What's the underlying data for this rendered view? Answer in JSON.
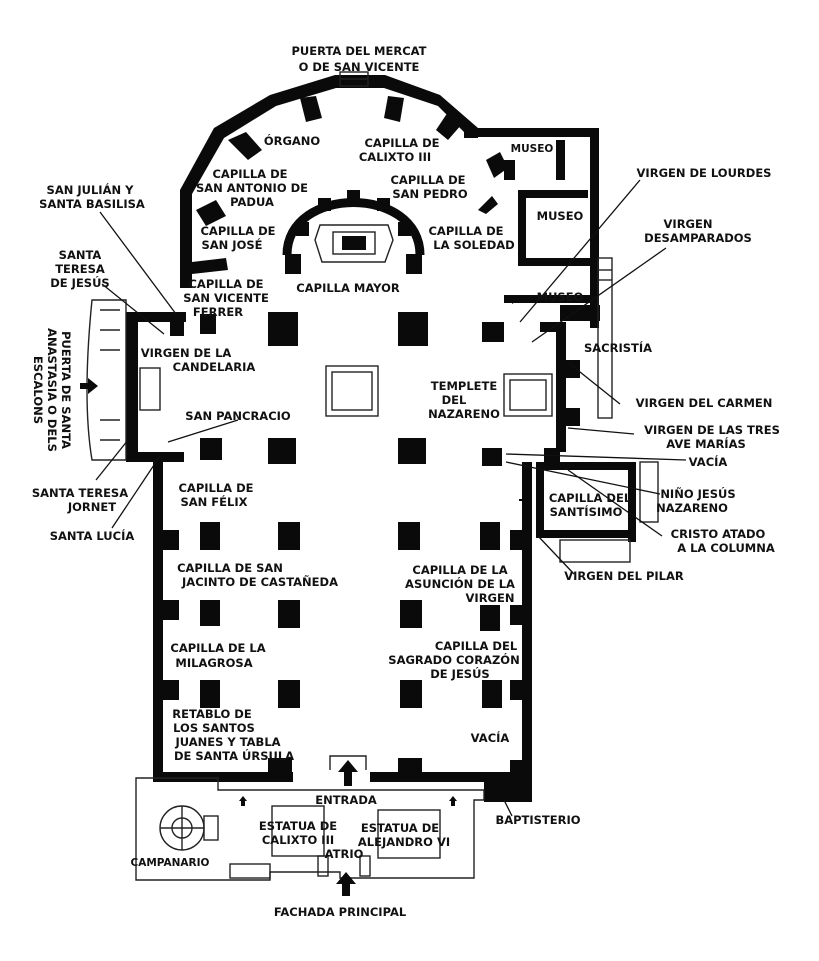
{
  "labels": {
    "puerta_mercat_1": "PUERTA DEL MERCAT",
    "puerta_mercat_2": "O DE SAN VICENTE",
    "organo": "ÓRGANO",
    "capilla_calixto_1": "CAPILLA DE",
    "capilla_calixto_2": "CALIXTO III",
    "museo_1": "MUSEO",
    "museo_2": "MUSEO",
    "museo_3": "MUSEO",
    "san_antonio_1": "CAPILLA DE",
    "san_antonio_2": "SAN ANTONIO DE",
    "san_antonio_3": "PADUA",
    "san_pedro_1": "CAPILLA DE",
    "san_pedro_2": "SAN PEDRO",
    "san_julian_1": "SAN JULIÁN Y",
    "san_julian_2": "SANTA BASILISA",
    "virgen_lourdes": "VIRGEN DE LOURDES",
    "san_jose_1": "CAPILLA DE",
    "san_jose_2": "SAN JOSÉ",
    "soledad_1": "CAPILLA DE",
    "soledad_2": "LA SOLEDAD",
    "virgen_desamp_1": "VIRGEN",
    "virgen_desamp_2": "DESAMPARADOS",
    "santa_teresa_jesus_1": "SANTA",
    "santa_teresa_jesus_2": "TERESA",
    "santa_teresa_jesus_3": "DE JESÚS",
    "san_vicente_ferrer_1": "CAPILLA DE",
    "san_vicente_ferrer_2": "SAN VICENTE",
    "san_vicente_ferrer_3": "FERRER",
    "capilla_mayor": "CAPILLA MAYOR",
    "puerta_santa_anastasia_1": "PUERTA DE SANTA",
    "puerta_santa_anastasia_2": "ANASTASIA O DELS",
    "puerta_santa_anastasia_3": "ESCALONS",
    "sacristia": "SACRISTÍA",
    "candelaria_1": "VIRGEN DE LA",
    "candelaria_2": "CANDELARIA",
    "templete_1": "TEMPLETE",
    "templete_2": "DEL",
    "templete_3": "NAZARENO",
    "virgen_carmen": "VIRGEN DEL CARMEN",
    "san_pancracio": "SAN PANCRACIO",
    "tres_ave_1": "VIRGEN DE LAS TRES",
    "tres_ave_2": "AVE MARÍAS",
    "vacia_1": "VACÍA",
    "santa_teresa_jornet_1": "SANTA TERESA",
    "santa_teresa_jornet_2": "JORNET",
    "san_felix_1": "CAPILLA DE",
    "san_felix_2": "SAN FÉLIX",
    "nino_jesus_1": "NIÑO JESÚS",
    "nino_jesus_2": "NAZARENO",
    "santisimo_1": "CAPILLA DEL",
    "santisimo_2": "SANTÍSIMO",
    "santa_lucia": "SANTA LUCÍA",
    "cristo_atado_1": "CRISTO ATADO",
    "cristo_atado_2": "A LA COLUMNA",
    "virgen_pilar": "VIRGEN DEL PILAR",
    "san_jacinto_1": "CAPILLA DE SAN",
    "san_jacinto_2": "JACINTO DE CASTAÑEDA",
    "asuncion_1": "CAPILLA DE LA",
    "asuncion_2": "ASUNCIÓN DE LA",
    "asuncion_3": "VIRGEN",
    "milagrosa_1": "CAPILLA DE LA",
    "milagrosa_2": "MILAGROSA",
    "sagrado_1": "CAPILLA DEL",
    "sagrado_2": "SAGRADO CORAZÓN",
    "sagrado_3": "DE JESÚS",
    "retablo_1": "RETABLO DE",
    "retablo_2": "LOS SANTOS",
    "retablo_3": "JUANES Y TABLA",
    "retablo_4": "DE SANTA ÚRSULA",
    "vacia_2": "VACÍA",
    "entrada": "ENTRADA",
    "baptisterio": "BAPTISTERIO",
    "estatua_calixto_1": "ESTATUA DE",
    "estatua_calixto_2": "CALIXTO III",
    "estatua_alejandro_1": "ESTATUA DE",
    "estatua_alejandro_2": "ALEJANDRO VI",
    "atrio": "ATRIO",
    "campanario": "CAMPANARIO",
    "fachada_principal": "FACHADA PRINCIPAL"
  },
  "colors": {
    "wall": "#0a0a0a",
    "background": "#ffffff",
    "text": "#111111"
  }
}
